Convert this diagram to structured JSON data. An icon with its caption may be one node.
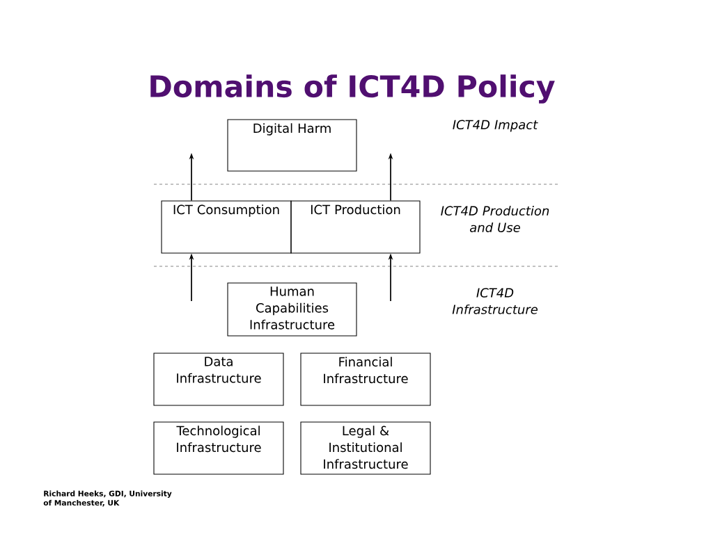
{
  "diagram": {
    "title": "Domains of ICT4D Policy",
    "nodes": [
      {
        "text": [
          "Digital Harm"
        ]
      },
      {
        "text": [
          "ICT Consumption"
        ]
      },
      {
        "text": [
          "ICT Production"
        ]
      },
      {
        "text": [
          "Human Capabilities Infrastructure"
        ]
      },
      {
        "text": [
          "Data Infrastructure"
        ]
      },
      {
        "text": [
          "Financial Infrastructure"
        ]
      },
      {
        "text": [
          "Technological Infrastructure"
        ]
      },
      {
        "text": [
          "Legal & Institutional Infrastructure"
        ]
      }
    ],
    "edges": [
      {
        "from": null,
        "to": 1,
        "arrow": "to"
      },
      {
        "from": 1,
        "to": null,
        "arrow": "to"
      },
      {
        "from": null,
        "to": 2,
        "arrow": "to"
      },
      {
        "from": 2,
        "to": null,
        "arrow": "to"
      }
    ],
    "labels": [
      "ICT4D Impact",
      "ICT4D Production and Use",
      "ICT4D Infrastructure",
      "Richard Heeks, GDI, University of Manchester, UK"
    ]
  }
}
